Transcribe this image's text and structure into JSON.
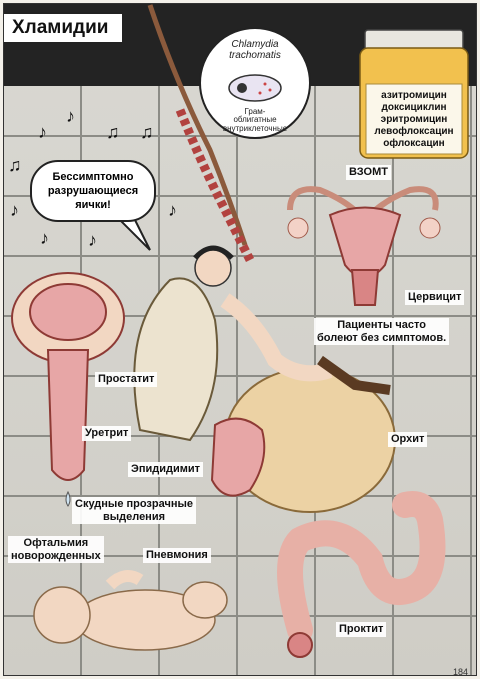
{
  "title": "Хламидии",
  "pathogen": {
    "name": "Chlamydia trachomatis",
    "gram_line1": "Грам-",
    "gram_line2": "облигатные",
    "gram_line3": "внутриклеточные"
  },
  "drugs": [
    "азитромицин",
    "доксициклин",
    "эритромицин",
    "левофлоксацин",
    "офлоксацин"
  ],
  "speech": [
    "Бессимптомно",
    "разрушающиеся",
    "яички!"
  ],
  "labels": {
    "pid": "ВЗОМТ",
    "cervicitis": "Цервицит",
    "asymptomatic_1": "Пациенты часто",
    "asymptomatic_2": "болеют без симптомов.",
    "prostatitis": "Простатит",
    "urethritis": "Уретрит",
    "epididymitis": "Эпидидимит",
    "orchitis": "Орхит",
    "discharge_1": "Скудные прозрачные",
    "discharge_2": "выделения",
    "ophthalmia_1": "Офтальмия",
    "ophthalmia_2": "новорожденных",
    "pneumonia": "Пневмония",
    "proctitis": "Проктит"
  },
  "icons": [
    "music-note-icon",
    "pill-jar-icon",
    "microbe-icon"
  ],
  "page_number": "184",
  "colors": {
    "tissue": "#e7a6a6",
    "tissue_dark": "#c0504d",
    "skin": "#f2d7c2",
    "jar": "#f2c14e",
    "wall": "#d4d3cc"
  }
}
